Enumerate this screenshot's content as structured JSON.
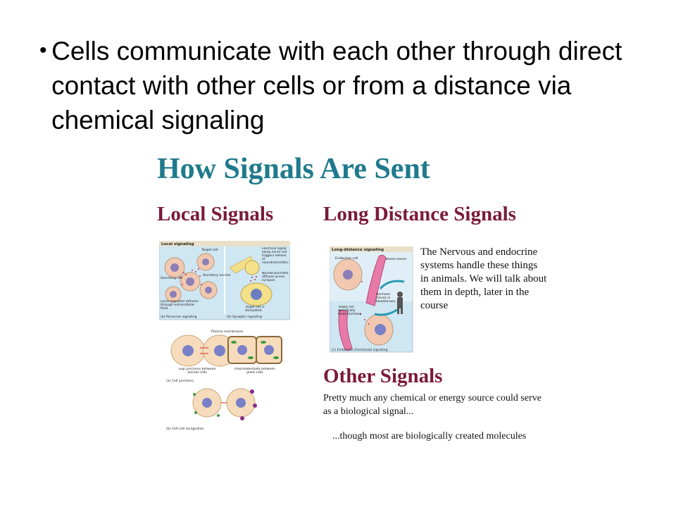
{
  "bullet": {
    "text": "Cells communicate with each other through direct contact with other cells or from a distance via chemical signaling"
  },
  "figure": {
    "title": "How Signals Are Sent",
    "local_heading": "Local Signals",
    "long_heading": "Long Distance Signals",
    "long_description": "The Nervous and endocrine systems handle these things in animals.  We will talk about them in depth, later in the course",
    "other_heading": "Other Signals",
    "other_description": "Pretty much any chemical or energy source could serve as a biological signal...",
    "other_note": "...though most  are biologically created molecules"
  },
  "panels": {
    "local": {
      "header": "Local signaling",
      "target_cell": "Target cell",
      "secreting_cell": "Secreting cell",
      "secretory_vesicle": "Secretory vesicle",
      "local_regulator": "Local regulator diffuses through extracellular fluid.",
      "paracrine": "(a) Paracrine signaling",
      "electrical_signal": "Electrical signal along nerve cell triggers release of neurotransmitter.",
      "neurotransmitter": "Neurotransmitter diffuses across synapse.",
      "target_stimulated": "Target cell is stimulated.",
      "synaptic": "(b) Synaptic signaling"
    },
    "long": {
      "header": "Long-distance signaling",
      "endocrine_cell": "Endocrine cell",
      "blood_vessel": "Blood vessel",
      "hormone_travels": "Hormone travels in bloodstream.",
      "target_binds": "Target cell specifically binds hormone.",
      "endocrine_caption": "(c) Endocrine (hormonal) signaling"
    },
    "junctions": {
      "plasma_membranes": "Plasma membranes",
      "gap_junctions": "Gap junctions between animal cells",
      "plasmodesmata": "Plasmodesmata between plant cells",
      "caption": "(a) Cell junctions"
    },
    "recognition": {
      "caption": "(b) Cell-cell recognition"
    }
  }
}
